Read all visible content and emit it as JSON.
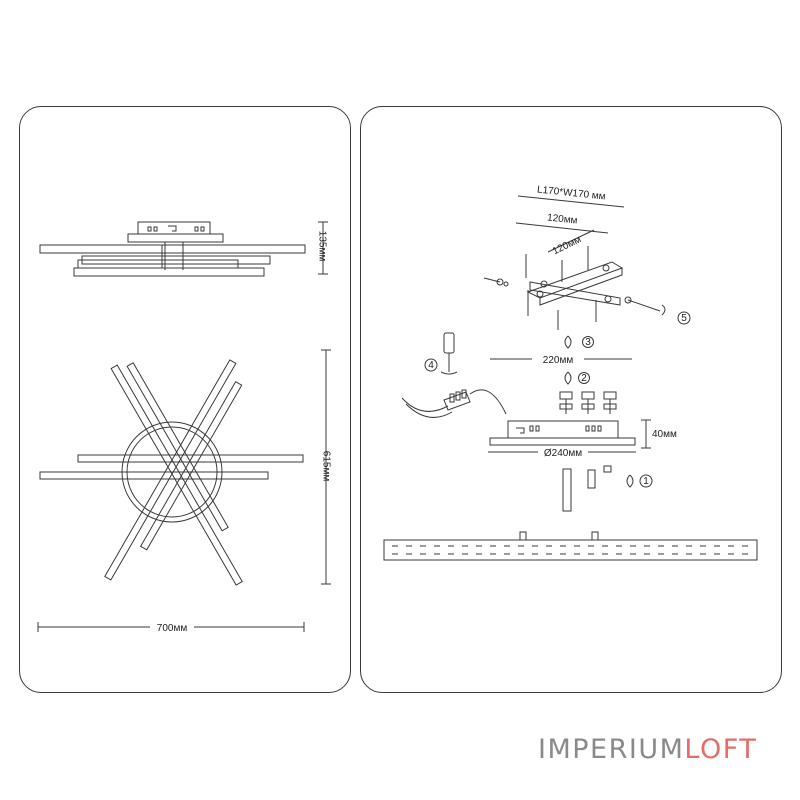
{
  "dimensions": {
    "height_side": "135мм",
    "height_top": "615мм",
    "width_top": "700мм",
    "bracket_size": "L170*W170 мм",
    "bracket_len_1": "120мм",
    "bracket_len_2": "120мм",
    "mount_width": "220мм",
    "canopy_depth": "40мм",
    "canopy_diameter": "Ø240мм"
  },
  "steps": [
    "1",
    "2",
    "3",
    "4",
    "5"
  ],
  "brand": {
    "part1": "IMPERIUM",
    "part2": "LOFT"
  },
  "colors": {
    "line": "#3a3a3a",
    "brand_gray": "#8a8a8a",
    "brand_red": "#e56c6a"
  }
}
